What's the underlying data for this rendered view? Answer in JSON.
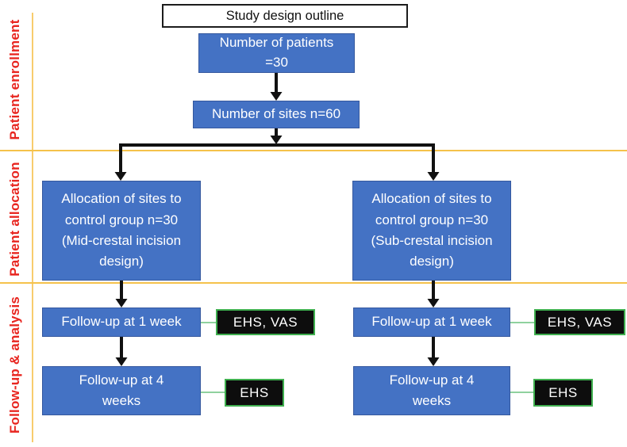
{
  "title": {
    "label": "Study design outline"
  },
  "stages": [
    {
      "label": "Patient enrollment"
    },
    {
      "label": "Patient allocation"
    },
    {
      "label": "Follow-up & analysis"
    }
  ],
  "flow": {
    "patients": "Number of patients\n=30",
    "sites": "Number of sites n=60",
    "left": {
      "allocation": "Allocation of sites to\ncontrol group n=30\n(Mid-crestal incision\ndesign)",
      "followup_week1": "Follow-up at 1 week",
      "week1_measure": "EHS, VAS",
      "followup_week4": "Follow-up at 4\nweeks",
      "week4_measure": "EHS"
    },
    "right": {
      "allocation": "Allocation of sites to\ncontrol group n=30\n(Sub-crestal incision\ndesign)",
      "followup_week1": "Follow-up at 1 week",
      "week1_measure": "EHS, VAS",
      "followup_week4": "Follow-up at 4\nweeks",
      "week4_measure": "EHS"
    }
  },
  "colors": {
    "box_blue": "#4472C4",
    "divider_yellow": "#F5C24B",
    "stage_label_red": "#E8251F",
    "measure_tag_black": "#0D0D0D",
    "measure_tag_border_green": "#3FAF4F",
    "measure_connector_green": "#8FD19E",
    "arrow_black": "#111111"
  }
}
